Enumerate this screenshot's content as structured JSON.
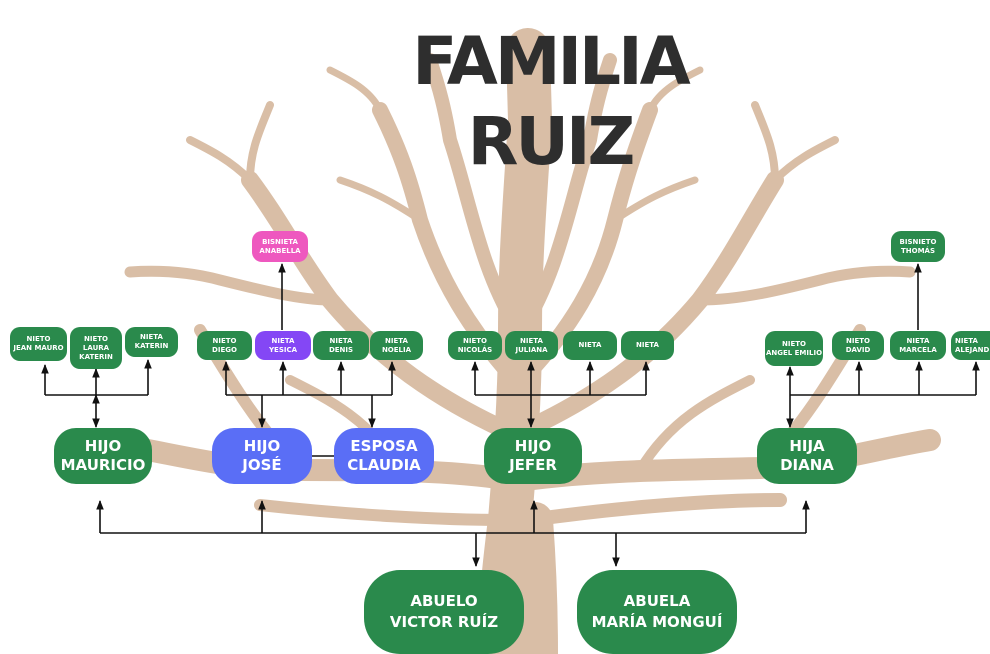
{
  "title": "FAMILIA RUIZ",
  "colors": {
    "green": "#2a8a4c",
    "blue": "#5a6ef6",
    "purple": "#8447f5",
    "pink": "#ee58bf",
    "branch": "#d9bea6",
    "line": "#111111"
  },
  "grandparents": [
    {
      "l1": "ABUELO",
      "l2": "VICTOR RUÍZ"
    },
    {
      "l1": "ABUELA",
      "l2": "MARÍA MONGUÍ"
    }
  ],
  "children": [
    {
      "l1": "HIJO",
      "l2": "MAURICIO"
    },
    {
      "l1": "HIJO",
      "l2": "JOSÉ"
    },
    {
      "l1": "ESPOSA",
      "l2": "CLAUDIA"
    },
    {
      "l1": "HIJO",
      "l2": "JEFER"
    },
    {
      "l1": "HIJA",
      "l2": "DIANA"
    }
  ],
  "grandchildren": [
    {
      "l1": "NIETO",
      "l2": "JEAN MAURO",
      "l3": ""
    },
    {
      "l1": "NIETO",
      "l2": "LAURA",
      "l3": "KATERIN"
    },
    {
      "l1": "NIETA",
      "l2": "KATERIN",
      "l3": ""
    },
    {
      "l1": "NIETO",
      "l2": "DIEGO",
      "l3": ""
    },
    {
      "l1": "NIETA",
      "l2": "YESICA",
      "l3": ""
    },
    {
      "l1": "NIETA",
      "l2": "DENIS",
      "l3": ""
    },
    {
      "l1": "NIETA",
      "l2": "NOELIA",
      "l3": ""
    },
    {
      "l1": "NIETO",
      "l2": "NICOLÁS",
      "l3": ""
    },
    {
      "l1": "NIETA",
      "l2": "JULIANA",
      "l3": ""
    },
    {
      "l1": "NIETA",
      "l2": "",
      "l3": ""
    },
    {
      "l1": "NIETA",
      "l2": "",
      "l3": ""
    },
    {
      "l1": "NIETO",
      "l2": "ANGEL EMILIO",
      "l3": ""
    },
    {
      "l1": "NIETO",
      "l2": "DAVID",
      "l3": ""
    },
    {
      "l1": "NIETA",
      "l2": "MARCELA",
      "l3": ""
    },
    {
      "l1": "NIETA",
      "l2": "ALEJANDRA",
      "l3": ""
    }
  ],
  "great_grandchildren": [
    {
      "l1": "BISNIETA",
      "l2": "ANABELLA"
    },
    {
      "l1": "BISNIETO",
      "l2": "THOMÁS"
    }
  ]
}
